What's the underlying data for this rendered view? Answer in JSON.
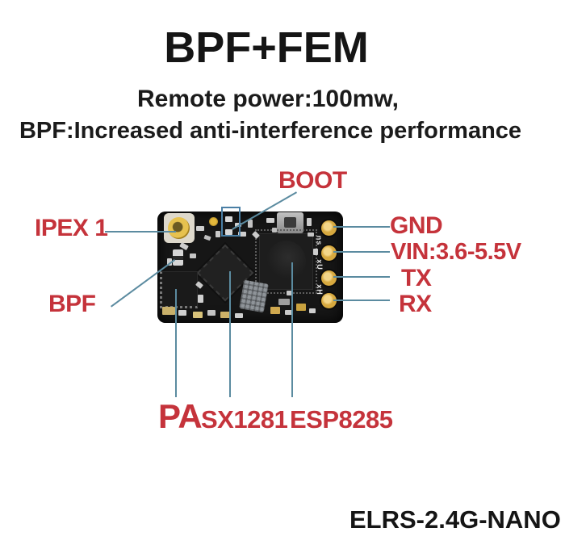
{
  "title": "BPF+FEM",
  "subtitle_line1": "Remote power:100mw,",
  "subtitle_line2": "BPF:Increased anti-interference performance",
  "callouts": {
    "boot": "BOOT",
    "ipex": "IPEX 1",
    "bpf": "BPF",
    "gnd": "GND",
    "vin": "VIN:3.6-5.5V",
    "tx": "TX",
    "rx": "RX",
    "pa": "PA",
    "sx1281": "SX1281",
    "esp8285": "ESP8285"
  },
  "pcb_silkscreen": [
    "ns",
    "xU",
    "xH"
  ],
  "model_name": "ELRS-2.4G-NANO",
  "colors": {
    "label_red": "#c5333b",
    "callout_line": "#5b8ba0",
    "pcb_black": "#161616",
    "pad_gold": "#d7a93f",
    "boot_outline": "#4a7fa5"
  }
}
